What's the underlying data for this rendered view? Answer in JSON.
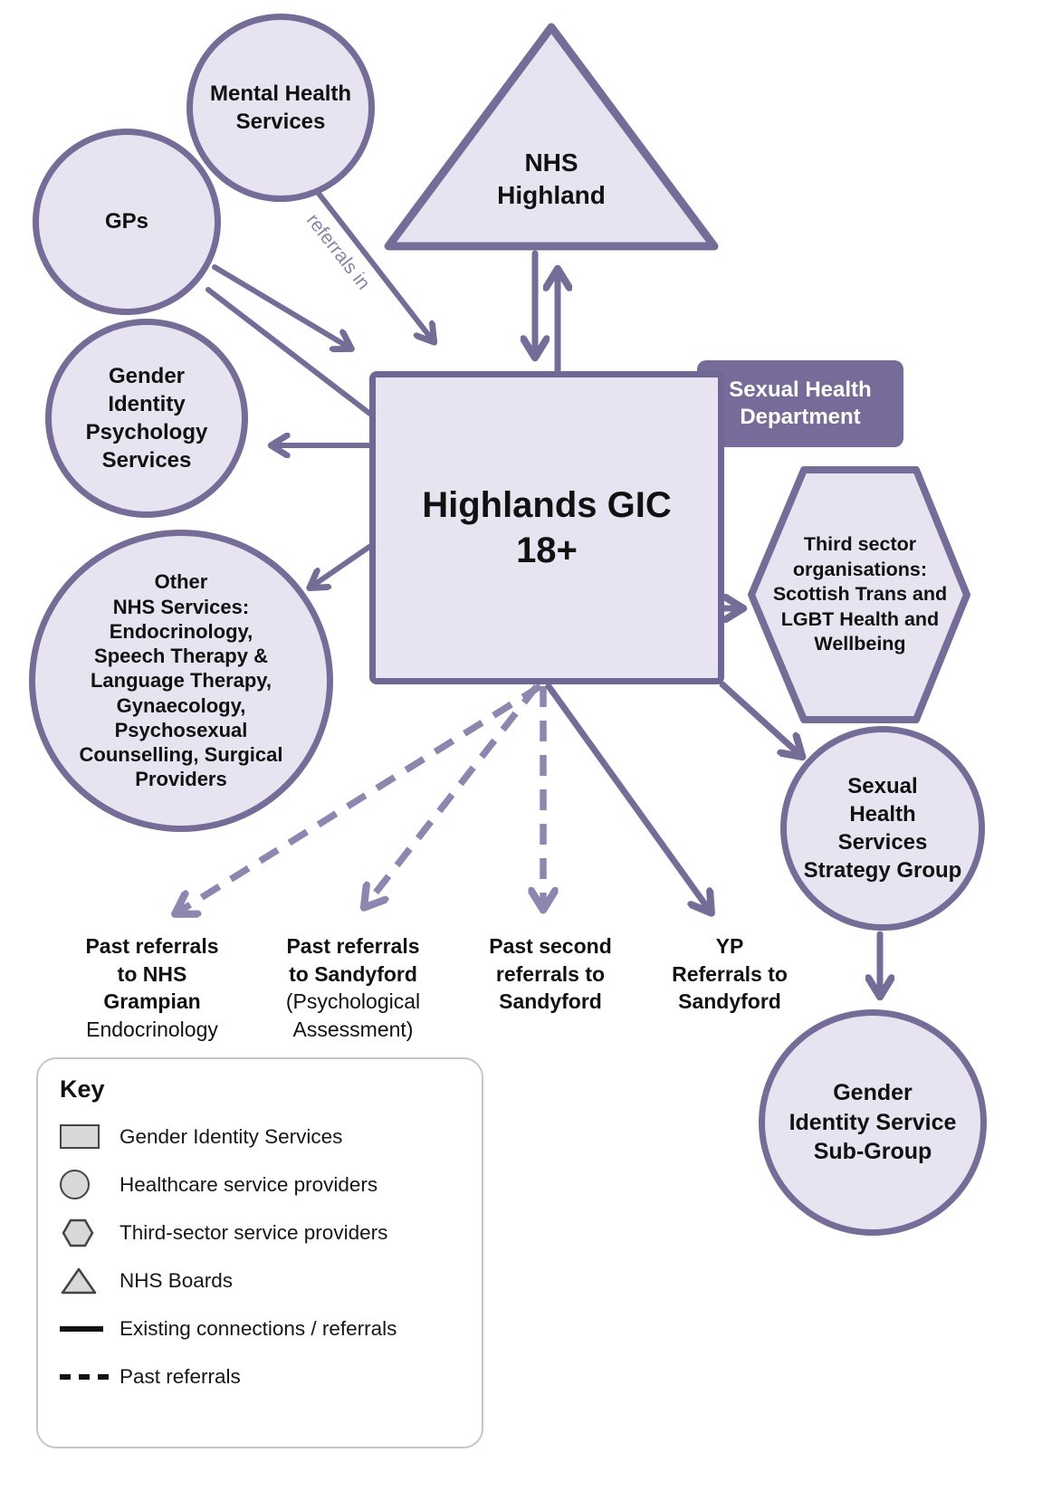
{
  "diagram": {
    "nodes": {
      "mental_health": {
        "label": "Mental Health\nServices",
        "shape": "circle"
      },
      "gps": {
        "label": "GPs",
        "shape": "circle"
      },
      "nhs_highland": {
        "label": "NHS\nHighland",
        "shape": "triangle"
      },
      "gic_box": {
        "label": "Highlands GIC\n18+",
        "shape": "rectangle"
      },
      "sexual_health_dept": {
        "label": "Sexual Health\nDepartment",
        "shape": "tab"
      },
      "gender_identity_psychology": {
        "label": "Gender\nIdentity\nPsychology\nServices",
        "shape": "circle"
      },
      "other_nhs": {
        "label": "Other\nNHS Services:\nEndocrinology,\nSpeech Therapy &\nLanguage Therapy,\nGynaecology,\nPsychosexual\nCounselling, Surgical\nProviders",
        "shape": "circle"
      },
      "third_sector": {
        "label": "Third sector\norganisations:\nScottish Trans and\nLGBT Health and\nWellbeing",
        "shape": "hexagon"
      },
      "shs_strategy_group": {
        "label": "Sexual\nHealth\nServices\nStrategy Group",
        "shape": "circle"
      },
      "gis_sub_group": {
        "label": "Gender\nIdentity Service\nSub-Group",
        "shape": "circle"
      }
    },
    "edge_labels": {
      "referrals_in": "referrals in"
    },
    "outcome_labels": [
      {
        "lines": [
          {
            "parts": [
              {
                "t": "Past referrals",
                "w": "b"
              }
            ]
          },
          {
            "parts": [
              {
                "t": "to ",
                "w": "b"
              },
              {
                "t": "NHS",
                "w": "x"
              }
            ]
          },
          {
            "parts": [
              {
                "t": "Grampian",
                "w": "x"
              }
            ]
          },
          {
            "parts": [
              {
                "t": "Endocrinology",
                "w": "n"
              }
            ]
          }
        ]
      },
      {
        "lines": [
          {
            "parts": [
              {
                "t": "Past referrals",
                "w": "b"
              }
            ]
          },
          {
            "parts": [
              {
                "t": "to ",
                "w": "b"
              },
              {
                "t": "Sandyford",
                "w": "x"
              }
            ]
          },
          {
            "parts": [
              {
                "t": "(Psychological",
                "w": "n"
              }
            ]
          },
          {
            "parts": [
              {
                "t": "Assessment)",
                "w": "n"
              }
            ]
          }
        ]
      },
      {
        "lines": [
          {
            "parts": [
              {
                "t": "Past second",
                "w": "b"
              }
            ]
          },
          {
            "parts": [
              {
                "t": "referrals to",
                "w": "b"
              }
            ]
          },
          {
            "parts": [
              {
                "t": "Sandyford",
                "w": "x"
              }
            ]
          }
        ]
      },
      {
        "lines": [
          {
            "parts": [
              {
                "t": "YP",
                "w": "x"
              }
            ]
          },
          {
            "parts": [
              {
                "t": "Referrals to",
                "w": "b"
              }
            ]
          },
          {
            "parts": [
              {
                "t": "Sandyford",
                "w": "x"
              }
            ]
          }
        ]
      }
    ],
    "connections": [
      {
        "from": "gps",
        "to": "gic_box",
        "style": "existing"
      },
      {
        "from": "mental_health",
        "to": "gic_box",
        "style": "existing",
        "label": "referrals in"
      },
      {
        "from": "nhs_highland",
        "to": "gic_box",
        "style": "existing-both-ways"
      },
      {
        "from": "gic_box",
        "to": "gender_identity_psychology",
        "style": "existing"
      },
      {
        "from": "gic_box",
        "to": "other_nhs",
        "style": "existing"
      },
      {
        "from": "gic_box",
        "to": "third_sector",
        "style": "existing"
      },
      {
        "from": "gic_box",
        "to": "shs_strategy_group",
        "style": "existing"
      },
      {
        "from": "shs_strategy_group",
        "to": "gis_sub_group",
        "style": "existing"
      },
      {
        "from": "gic_box",
        "to": "past_referrals_nhs_grampian",
        "style": "past"
      },
      {
        "from": "gic_box",
        "to": "past_referrals_sandyford",
        "style": "past"
      },
      {
        "from": "gic_box",
        "to": "past_second_referrals_sandyford",
        "style": "past"
      },
      {
        "from": "gic_box",
        "to": "yp_referrals_sandyford",
        "style": "existing"
      }
    ]
  },
  "key": {
    "title": "Key",
    "items": [
      {
        "swatch": "rect",
        "label": "Gender Identity Services"
      },
      {
        "swatch": "circle",
        "label": "Healthcare service providers"
      },
      {
        "swatch": "hexagon",
        "label": "Third-sector service providers"
      },
      {
        "swatch": "triangle",
        "label": "NHS Boards"
      },
      {
        "swatch": "solid-line",
        "label": "Existing connections / referrals"
      },
      {
        "swatch": "dashed-line",
        "label": "Past referrals"
      }
    ]
  },
  "colors": {
    "shape_fill": "#e8e3f1",
    "shape_border": "#756c97",
    "dept_tab_bg": "#776c99",
    "arrow_existing": "#756c98",
    "arrow_past": "#8d86ae",
    "edge_label_text": "#8a82aa",
    "key_border": "#c6c6c6",
    "key_swatch_fill": "#d8d8d8",
    "key_swatch_border": "#444444"
  }
}
